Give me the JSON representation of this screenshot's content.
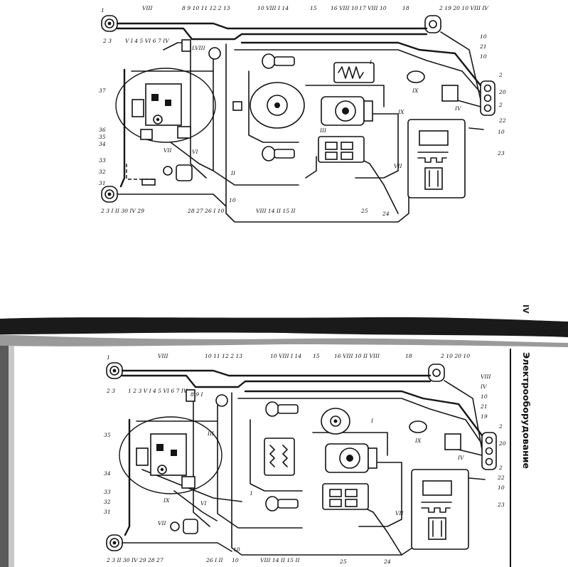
{
  "page": {
    "side_title": "Электрооборудование",
    "section_number": "IV"
  },
  "colors": {
    "ink": "#161616",
    "paper": "#ffffff"
  },
  "diagram_top": {
    "labels": [
      {
        "id": "t1",
        "text": "1"
      },
      {
        "id": "t2",
        "text": "2 3"
      },
      {
        "id": "t3",
        "text": "VIII"
      },
      {
        "id": "t4",
        "text": "8 9 10 11 12 2 13"
      },
      {
        "id": "t5",
        "text": "10 VIII I 14"
      },
      {
        "id": "t6",
        "text": "15"
      },
      {
        "id": "t7",
        "text": "16 VIII 10"
      },
      {
        "id": "t8",
        "text": "17 VIII 10"
      },
      {
        "id": "t9",
        "text": "18"
      },
      {
        "id": "t10",
        "text": "2 19 20 10 VIII IV"
      },
      {
        "id": "t11",
        "text": "V I 4 5 VI 6 7 IV"
      },
      {
        "id": "t12",
        "text": "LVIII"
      },
      {
        "id": "t13",
        "text": "10"
      },
      {
        "id": "t14",
        "text": "21"
      },
      {
        "id": "t15",
        "text": "10"
      },
      {
        "id": "t16",
        "text": "2"
      },
      {
        "id": "t17",
        "text": "20"
      },
      {
        "id": "t18",
        "text": "2"
      },
      {
        "id": "t19",
        "text": "22"
      },
      {
        "id": "t20",
        "text": "10"
      },
      {
        "id": "t21",
        "text": "23"
      },
      {
        "id": "t22",
        "text": "37"
      },
      {
        "id": "t23",
        "text": "36"
      },
      {
        "id": "t24",
        "text": "35"
      },
      {
        "id": "t25",
        "text": "34"
      },
      {
        "id": "t26",
        "text": "33"
      },
      {
        "id": "t27",
        "text": "32"
      },
      {
        "id": "t28",
        "text": "31"
      },
      {
        "id": "t29",
        "text": "2 3 I II 30 IV 29"
      },
      {
        "id": "t30",
        "text": "28 27 26 I 10"
      },
      {
        "id": "t31",
        "text": "VIII 14 II 15 II"
      },
      {
        "id": "t32",
        "text": "25"
      },
      {
        "id": "t33",
        "text": "24"
      },
      {
        "id": "t34",
        "text": "III"
      },
      {
        "id": "t35",
        "text": "IX"
      },
      {
        "id": "t36",
        "text": "VII"
      },
      {
        "id": "t37",
        "text": "VI"
      },
      {
        "id": "t38",
        "text": "II"
      },
      {
        "id": "t39",
        "text": "I"
      },
      {
        "id": "t40",
        "text": "IX"
      },
      {
        "id": "t41",
        "text": "VII"
      },
      {
        "id": "t42",
        "text": "IV"
      },
      {
        "id": "t43",
        "text": "10"
      }
    ]
  },
  "diagram_bottom": {
    "labels": [
      {
        "id": "b1",
        "text": "1"
      },
      {
        "id": "b2",
        "text": "2 3"
      },
      {
        "id": "b3",
        "text": "VIII"
      },
      {
        "id": "b4",
        "text": "10 11 12 2 13"
      },
      {
        "id": "b5",
        "text": "8 9 I"
      },
      {
        "id": "b6",
        "text": "10 VIII I 14"
      },
      {
        "id": "b7",
        "text": "15"
      },
      {
        "id": "b8",
        "text": "16 VIII 10 II VIII"
      },
      {
        "id": "b9",
        "text": "18"
      },
      {
        "id": "b10",
        "text": "2 10 20 10"
      },
      {
        "id": "b11",
        "text": "1 2 3 V I 4 5 VI 6 7 IV"
      },
      {
        "id": "b12",
        "text": "VIII"
      },
      {
        "id": "b13",
        "text": "IV"
      },
      {
        "id": "b14",
        "text": "10"
      },
      {
        "id": "b15",
        "text": "21"
      },
      {
        "id": "b16",
        "text": "19"
      },
      {
        "id": "b17",
        "text": "2"
      },
      {
        "id": "b18",
        "text": "20"
      },
      {
        "id": "b19",
        "text": "2"
      },
      {
        "id": "b20",
        "text": "22"
      },
      {
        "id": "b21",
        "text": "10"
      },
      {
        "id": "b22",
        "text": "23"
      },
      {
        "id": "b23",
        "text": "35"
      },
      {
        "id": "b24",
        "text": "34"
      },
      {
        "id": "b25",
        "text": "33"
      },
      {
        "id": "b26",
        "text": "32"
      },
      {
        "id": "b27",
        "text": "31"
      },
      {
        "id": "b28",
        "text": "2 3 II 30 IV 29 28 27"
      },
      {
        "id": "b29",
        "text": "26 I II"
      },
      {
        "id": "b30",
        "text": "10"
      },
      {
        "id": "b31",
        "text": "VIII 14 II 15 II"
      },
      {
        "id": "b32",
        "text": "25"
      },
      {
        "id": "b33",
        "text": "24"
      },
      {
        "id": "b34",
        "text": "IX"
      },
      {
        "id": "b35",
        "text": "VII"
      },
      {
        "id": "b36",
        "text": "VI"
      },
      {
        "id": "b37",
        "text": "III"
      },
      {
        "id": "b38",
        "text": "I"
      },
      {
        "id": "b39",
        "text": "IX"
      },
      {
        "id": "b40",
        "text": "IV"
      },
      {
        "id": "b41",
        "text": "I"
      },
      {
        "id": "b42",
        "text": "VII"
      },
      {
        "id": "b43",
        "text": "10"
      }
    ]
  }
}
